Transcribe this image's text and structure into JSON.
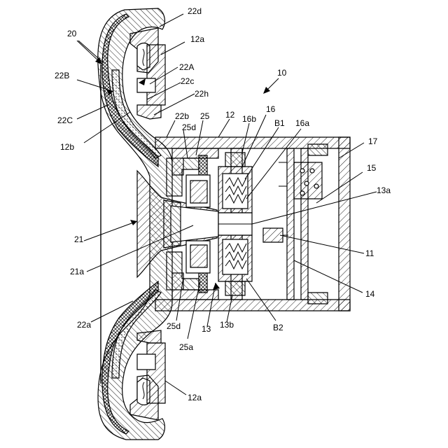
{
  "labels": {
    "l22d": "22d",
    "l20": "20",
    "l12a_top": "12a",
    "l22B": "22B",
    "l22A": "22A",
    "l10": "10",
    "l22c": "22c",
    "l22h": "22h",
    "l22C": "22C",
    "l12b": "12b",
    "l22b": "22b",
    "l25": "25",
    "l12": "12",
    "l16b": "16b",
    "l16": "16",
    "lB1": "B1",
    "l16a": "16a",
    "l25d_top": "25d",
    "l17": "17",
    "l15": "15",
    "l13a": "13a",
    "l21": "21",
    "l11": "11",
    "l21a": "21a",
    "l14": "14",
    "l22a": "22a",
    "l25d_bot": "25d",
    "l13": "13",
    "l13b": "13b",
    "lB2": "B2",
    "l25a": "25a",
    "l12a_bot": "12a"
  }
}
